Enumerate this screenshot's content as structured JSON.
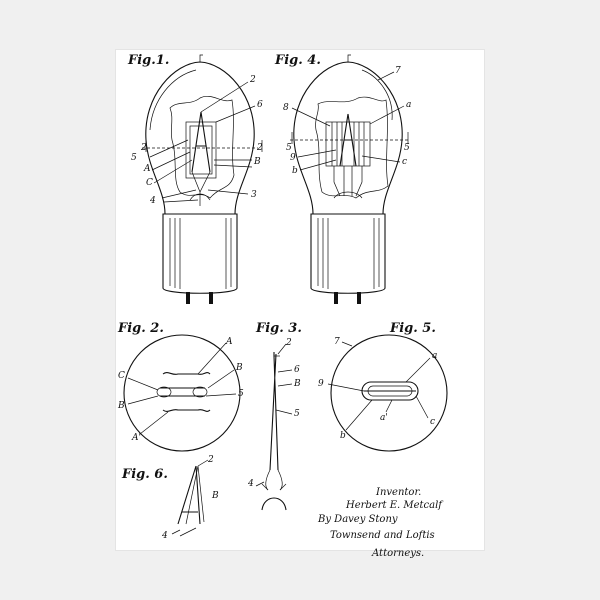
{
  "figures": {
    "fig1": "Fig.1.",
    "fig2": "Fig. 2.",
    "fig3": "Fig. 3.",
    "fig4": "Fig. 4.",
    "fig5": "Fig. 5.",
    "fig6": "Fig. 6."
  },
  "labels": {
    "fig1": {
      "n2a": "2",
      "n6": "6",
      "n2b": "2",
      "n2c": "2",
      "n5": "5",
      "A": "A",
      "B": "B",
      "C": "C",
      "n4": "4",
      "n3": "3"
    },
    "fig4": {
      "n7": "7",
      "n8": "8",
      "a": "a",
      "n5a": "5",
      "n5b": "5",
      "n9": "9",
      "b": "b",
      "c": "c"
    },
    "fig2": {
      "A": "A",
      "C": "C",
      "B1": "B",
      "B2": "B",
      "n5": "5",
      "Aprime": "A'"
    },
    "fig3": {
      "n2": "2",
      "n6": "6",
      "B": "B",
      "n5": "5",
      "n4": "4"
    },
    "fig5": {
      "n7": "7",
      "a": "a",
      "n9": "9",
      "aprime": "a'",
      "b": "b",
      "c": "c"
    },
    "fig6": {
      "n2": "2",
      "B": "B",
      "n4": "4"
    }
  },
  "signature": {
    "inventor_label": "Inventor.",
    "inventor_name": "Herbert E. Metcalf",
    "by_line": "By Davey Stony",
    "firm": "Townsend and Loftis",
    "attorneys_label": "Attorneys."
  }
}
